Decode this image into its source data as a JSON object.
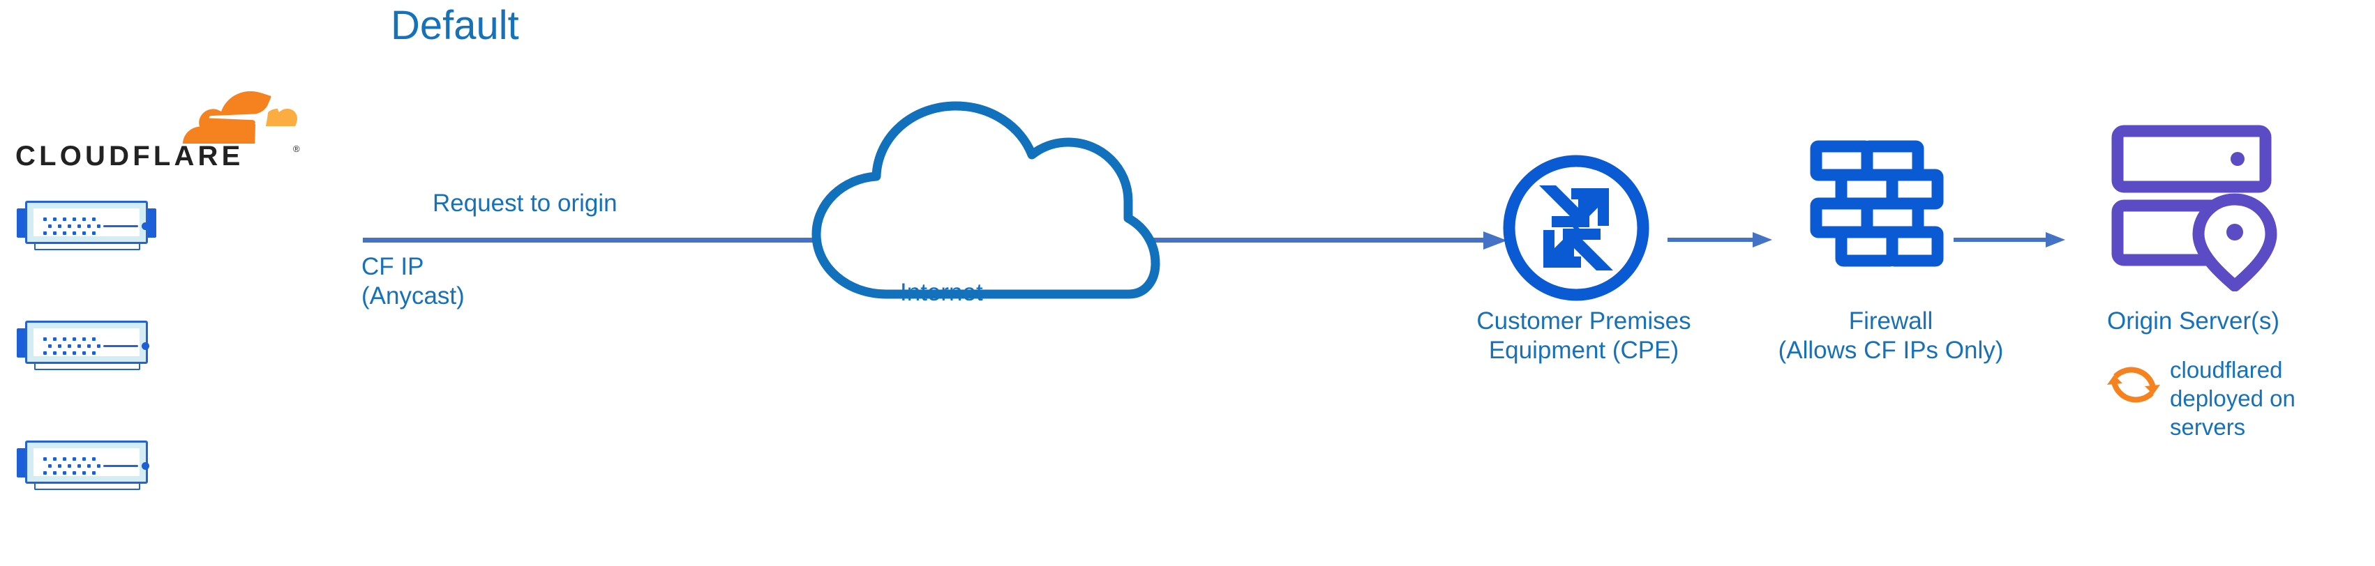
{
  "title": "Default",
  "colors": {
    "title_blue": "#1571b9",
    "label_blue": "#1571b9",
    "arrow_blue": "#4472C4",
    "icon_blue": "#0A5BD3",
    "cloud_blue": "#1271BC",
    "origin_purple": "#5B4BC4",
    "cloudflare_orange": "#F6821F",
    "cloudflare_orange_light": "#FBAD41",
    "rack_border": "#2563d4",
    "rack_fill": "#d4edf5",
    "wordmark_black": "#222222"
  },
  "brand": {
    "name": "CLOUDFLARE",
    "registered_mark": "®"
  },
  "labels": {
    "request_to_origin": "Request to origin",
    "cf_ip": "CF IP\n(Anycast)",
    "internet": "Internet",
    "cpe": "Customer Premises\nEquipment (CPE)",
    "firewall": "Firewall\n(Allows CF IPs Only)",
    "origin_server": "Origin Server(s)",
    "cloudflared": "cloudflared\ndeployed on\nservers"
  },
  "nodes": [
    {
      "id": "cloudflare-edge",
      "icon": "server-rack-icon",
      "label": "CLOUDFLARE",
      "count": 3
    },
    {
      "id": "internet",
      "icon": "cloud-icon",
      "label": "Internet"
    },
    {
      "id": "cpe",
      "icon": "router-icon",
      "label": "Customer Premises Equipment (CPE)"
    },
    {
      "id": "firewall",
      "icon": "brick-wall-icon",
      "label": "Firewall (Allows CF IPs Only)"
    },
    {
      "id": "origin",
      "icon": "server-stack-pin-icon",
      "label": "Origin Server(s)"
    }
  ],
  "edges": [
    {
      "from": "cloudflare-edge",
      "to": "cpe",
      "label": "Request to origin",
      "sublabel": "CF IP (Anycast)"
    },
    {
      "from": "cpe",
      "to": "firewall",
      "label": ""
    },
    {
      "from": "firewall",
      "to": "origin",
      "label": ""
    }
  ],
  "annotations": [
    {
      "icon": "sync-icon",
      "text": "cloudflared deployed on servers"
    }
  ]
}
